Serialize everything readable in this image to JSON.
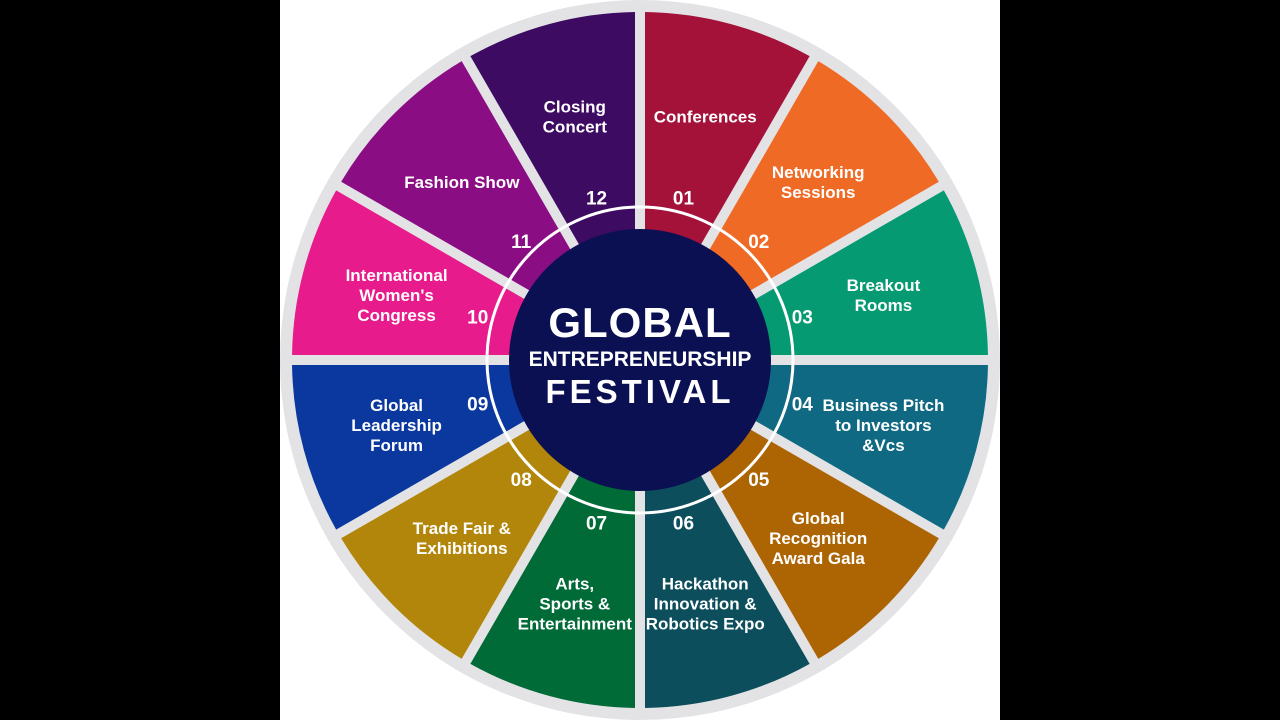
{
  "title": {
    "line1": "GLOBAL",
    "line2": "ENTREPRENEURSHIP",
    "line3": "FESTIVAL"
  },
  "colors": {
    "background": "#000000",
    "canvas": "#ffffff",
    "outer_ring": "#e3e3e6",
    "hub": "#0b1052"
  },
  "segments": [
    {
      "num": "01",
      "lines": [
        "Conferences"
      ],
      "color": "#a4123a"
    },
    {
      "num": "02",
      "lines": [
        "Networking",
        "Sessions"
      ],
      "color": "#ef6a24"
    },
    {
      "num": "03",
      "lines": [
        "Breakout",
        "Rooms"
      ],
      "color": "#069a73"
    },
    {
      "num": "04",
      "lines": [
        "Business Pitch",
        "to Investors",
        "&Vcs"
      ],
      "color": "#0f6982"
    },
    {
      "num": "05",
      "lines": [
        "Global",
        "Recognition",
        "Award Gala"
      ],
      "color": "#ad6403"
    },
    {
      "num": "06",
      "lines": [
        "Hackathon",
        "Innovation &",
        "Robotics Expo"
      ],
      "color": "#0c4e5c"
    },
    {
      "num": "07",
      "lines": [
        "Arts,",
        "Sports &",
        "Entertainment"
      ],
      "color": "#016b37"
    },
    {
      "num": "08",
      "lines": [
        "Trade Fair &",
        "Exhibitions"
      ],
      "color": "#b2860a"
    },
    {
      "num": "09",
      "lines": [
        "Global",
        "Leadership",
        "Forum"
      ],
      "color": "#0a389e"
    },
    {
      "num": "10",
      "lines": [
        "International",
        "Women's",
        "Congress"
      ],
      "color": "#e71b8b"
    },
    {
      "num": "11",
      "lines": [
        "Fashion Show"
      ],
      "color": "#8b0d83"
    },
    {
      "num": "12",
      "lines": [
        "Closing",
        "Concert"
      ],
      "color": "#3e0b62"
    }
  ]
}
